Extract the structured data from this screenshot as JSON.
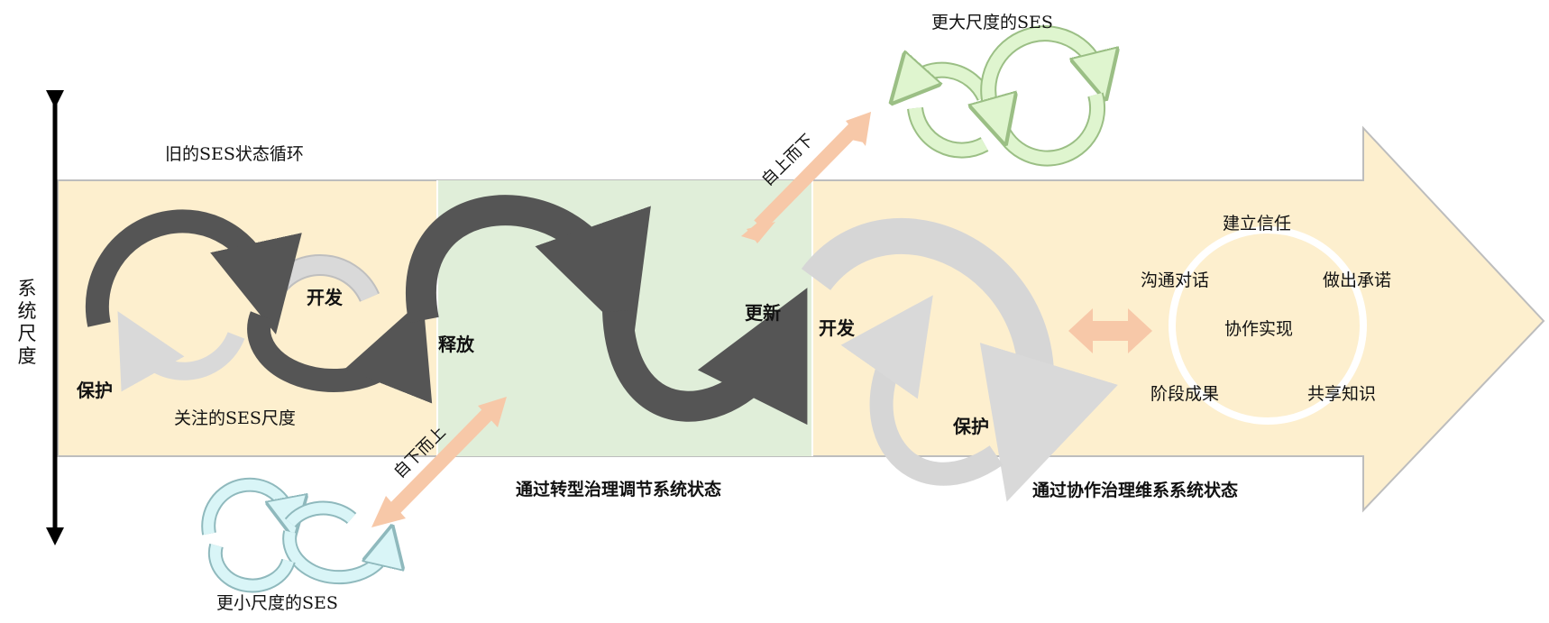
{
  "y_axis_label": "系统尺度",
  "old_cycle_title": "旧的SES状态循环",
  "focal_scale_label": "关注的SES尺度",
  "larger_scale_label": "更大尺度的SES",
  "smaller_scale_label": "更小尺度的SES",
  "top_down_label": "自上而下",
  "bottom_up_label": "自下而上",
  "phases": {
    "release": "释放",
    "renewal": "更新",
    "exploit_left": "开发",
    "conserve_left": "保护",
    "exploit_right": "开发",
    "conserve_right": "保护"
  },
  "section_transform": "通过转型治理调节系统状态",
  "section_collab": "通过协作治理维系系统状态",
  "collab_cycle": {
    "top": "建立信任",
    "left_upper": "沟通对话",
    "right_upper": "做出承诺",
    "center": "协作实现",
    "left_lower": "阶段成果",
    "right_lower": "共享知识"
  },
  "colors": {
    "peach_band": "#fdefce",
    "green_band": "#e0eed9",
    "dark_arrow": "#555555",
    "light_arrow": "#d9d9d9",
    "salmon_arrow": "#f7c8a8",
    "larger_green": "#dff5cf",
    "smaller_blue": "#d9f5f7"
  },
  "icons": [
    "dark-cycle-arrow",
    "light-cycle-arrow",
    "double-headed-arrow",
    "big-right-arrow"
  ]
}
